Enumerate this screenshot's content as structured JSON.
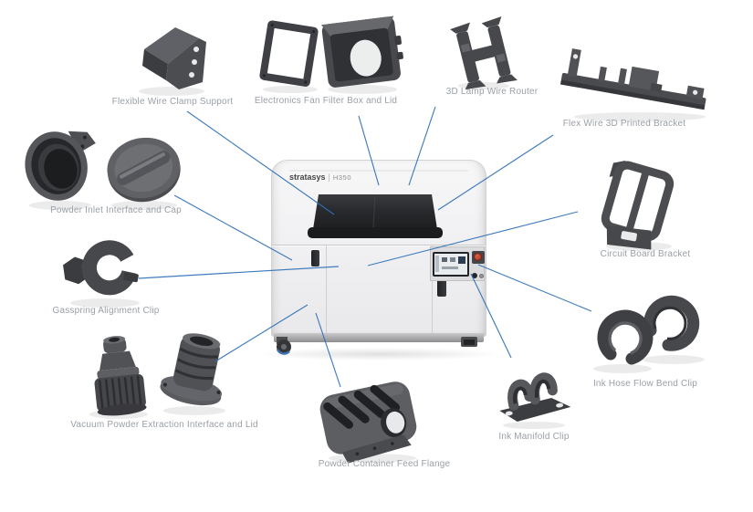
{
  "printer": {
    "brand": "stratasys",
    "model": "H350"
  },
  "labels": {
    "flexible_wire_clamp_support": "Flexible Wire Clamp Support",
    "electronics_fan_filter_box_and_lid": "Electronics Fan Filter Box and Lid",
    "lamp_wire_router_3d": "3D Lamp Wire Router",
    "flex_wire_3d_printed_bracket": "Flex Wire 3D Printed Bracket",
    "powder_inlet_interface_and_cap": "Powder Inlet Interface and Cap",
    "gasspring_alignment_clip": "Gasspring Alignment Clip",
    "vacuum_powder_extraction_interface_and_lid": "Vacuum Powder Extraction Interface and Lid",
    "powder_container_feed_flange": "Powder Container Feed Flange",
    "ink_manifold_clip": "Ink Manifold Clip",
    "ink_hose_flow_bend_clip": "Ink Hose Flow Bend Clip",
    "circuit_board_bracket": "Circuit Board Bracket"
  },
  "colors": {
    "background": "#ffffff",
    "leader_line": "#2f70b7",
    "label_text": "#9aa0a7",
    "printer_body": "#f0f0f2",
    "visor_dark": "#2a2b2d",
    "part_gray_dark": "#46474b",
    "part_gray_mid": "#55565a",
    "estop_red": "#c94b35",
    "caster_blue_accent": "#3e72ae"
  }
}
